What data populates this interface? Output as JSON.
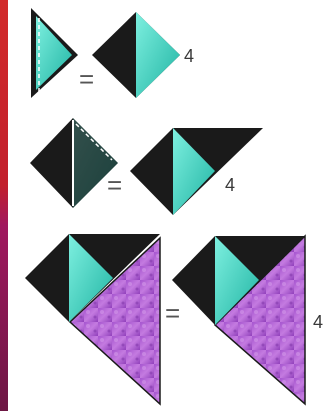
{
  "palette": {
    "black": "#1a1a1a",
    "teal": "#2fc4b2",
    "teal_light": "#6fe3d4",
    "purple": "#b266d6",
    "purple_dark": "#8b3fb5",
    "edge_left_red": "#cc2222",
    "edge_left_magenta": "#a1185a"
  },
  "steps": [
    {
      "equals": "=",
      "count": "4"
    },
    {
      "equals": "=",
      "count": "4"
    },
    {
      "equals": "=",
      "count": "4"
    }
  ]
}
